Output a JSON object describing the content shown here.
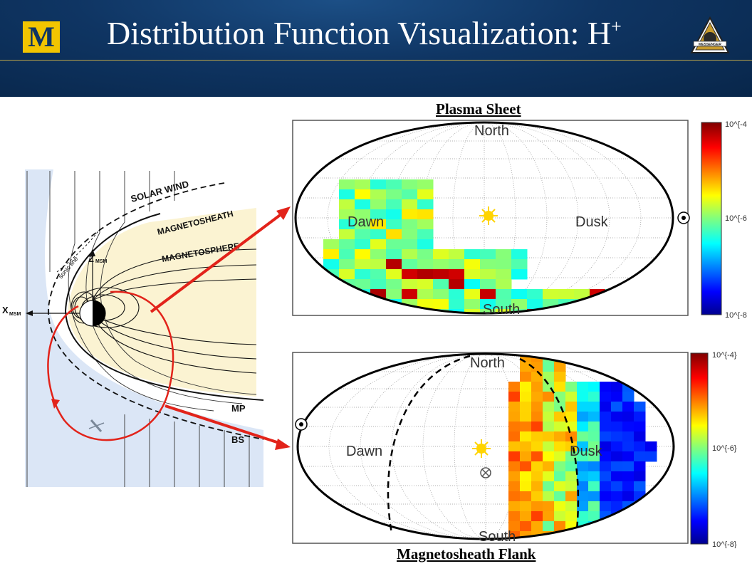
{
  "header": {
    "title": "Distribution Function Visualization: H",
    "title_sup": "+",
    "logo_text": "M",
    "badge_text": "MESSENGER"
  },
  "diagram": {
    "labels": {
      "solar_wind": "SOLAR WIND",
      "magnetosheath": "MAGNETOSHEATH",
      "magnetosphere": "MAGNETOSPHERE",
      "sonic_line": "sonic line",
      "z_axis": "Z",
      "z_axis_sub": "MSM",
      "x_axis": "X",
      "x_axis_sub": "MSM",
      "mp": "MP",
      "bs": "BS"
    }
  },
  "plasma_sheet": {
    "label": "Plasma Sheet",
    "north": "North",
    "south": "South",
    "dawn": "Dawn",
    "dusk": "Dusk",
    "colorbar": {
      "top": "10^{-4",
      "mid": "10^{-6",
      "bottom": "10^{-8"
    }
  },
  "magnetosheath_flank": {
    "label": "Magnetosheath Flank",
    "north": "North",
    "south": "South",
    "dawn": "Dawn",
    "dusk": "Dusk",
    "colorbar": {
      "top": "10^{-4}",
      "mid": "10^{-6}",
      "bottom": "10^{-8}"
    }
  },
  "colors": {
    "header_blue": "#0f3563",
    "maize": "#f2c500",
    "arrow_red": "#e2231a",
    "solar_wind_bg": "#dbe6f6",
    "magnetosphere_bg": "#fbf3d2"
  }
}
